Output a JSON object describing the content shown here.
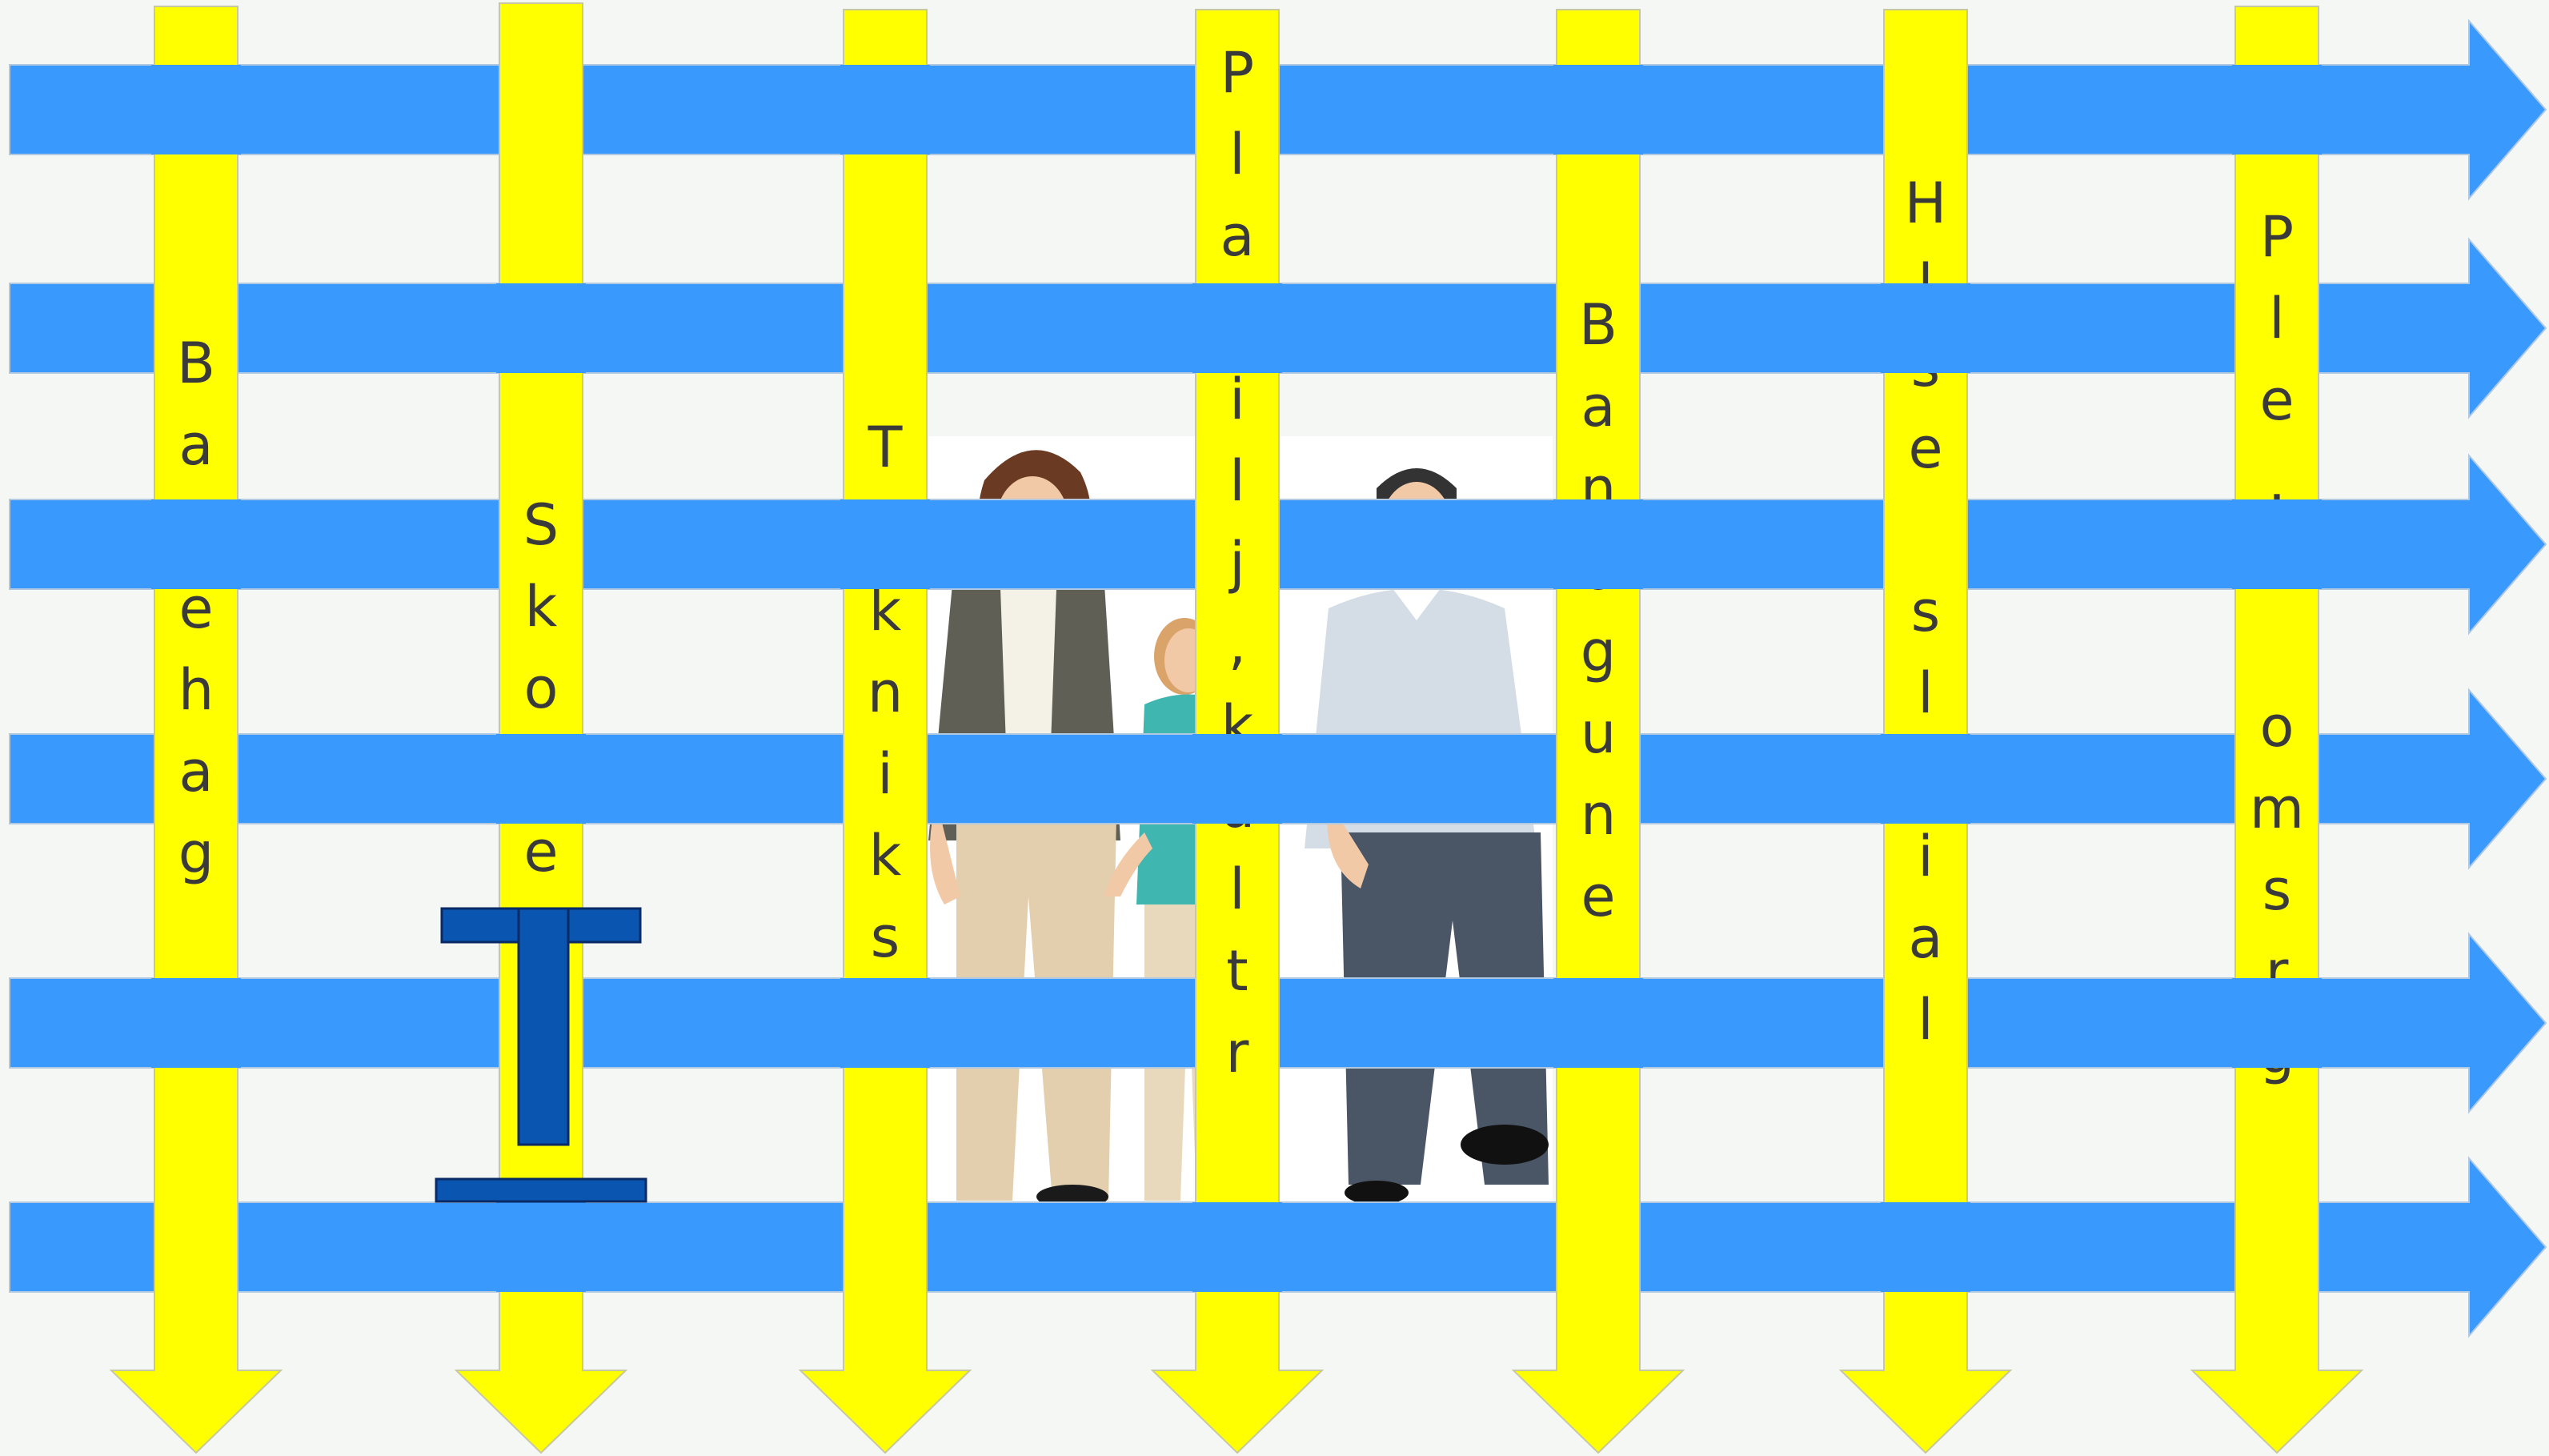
{
  "colors": {
    "background": "#f5f7f4",
    "horizontal_arrow": "#3a99fd",
    "vertical_arrow": "#ffff00",
    "vertical_arrow_edge": "#c8c8a0",
    "text": "#3a3a3a",
    "emblem": "#0a55b0"
  },
  "columns": [
    {
      "id": "col-1",
      "text": "Banehag"
    },
    {
      "id": "col-2",
      "text": "Skole"
    },
    {
      "id": "col-3",
      "text": "Tekniks"
    },
    {
      "id": "col-4",
      "text": "Plamilj,kultr"
    },
    {
      "id": "col-5",
      "text": "Banogune"
    },
    {
      "id": "col-6",
      "text": "Hlse slsial"
    },
    {
      "id": "col-7",
      "text": "Ple.e omsrg"
    }
  ],
  "icons": {
    "people": "people-illustration",
    "emblem": "t-emblem"
  }
}
